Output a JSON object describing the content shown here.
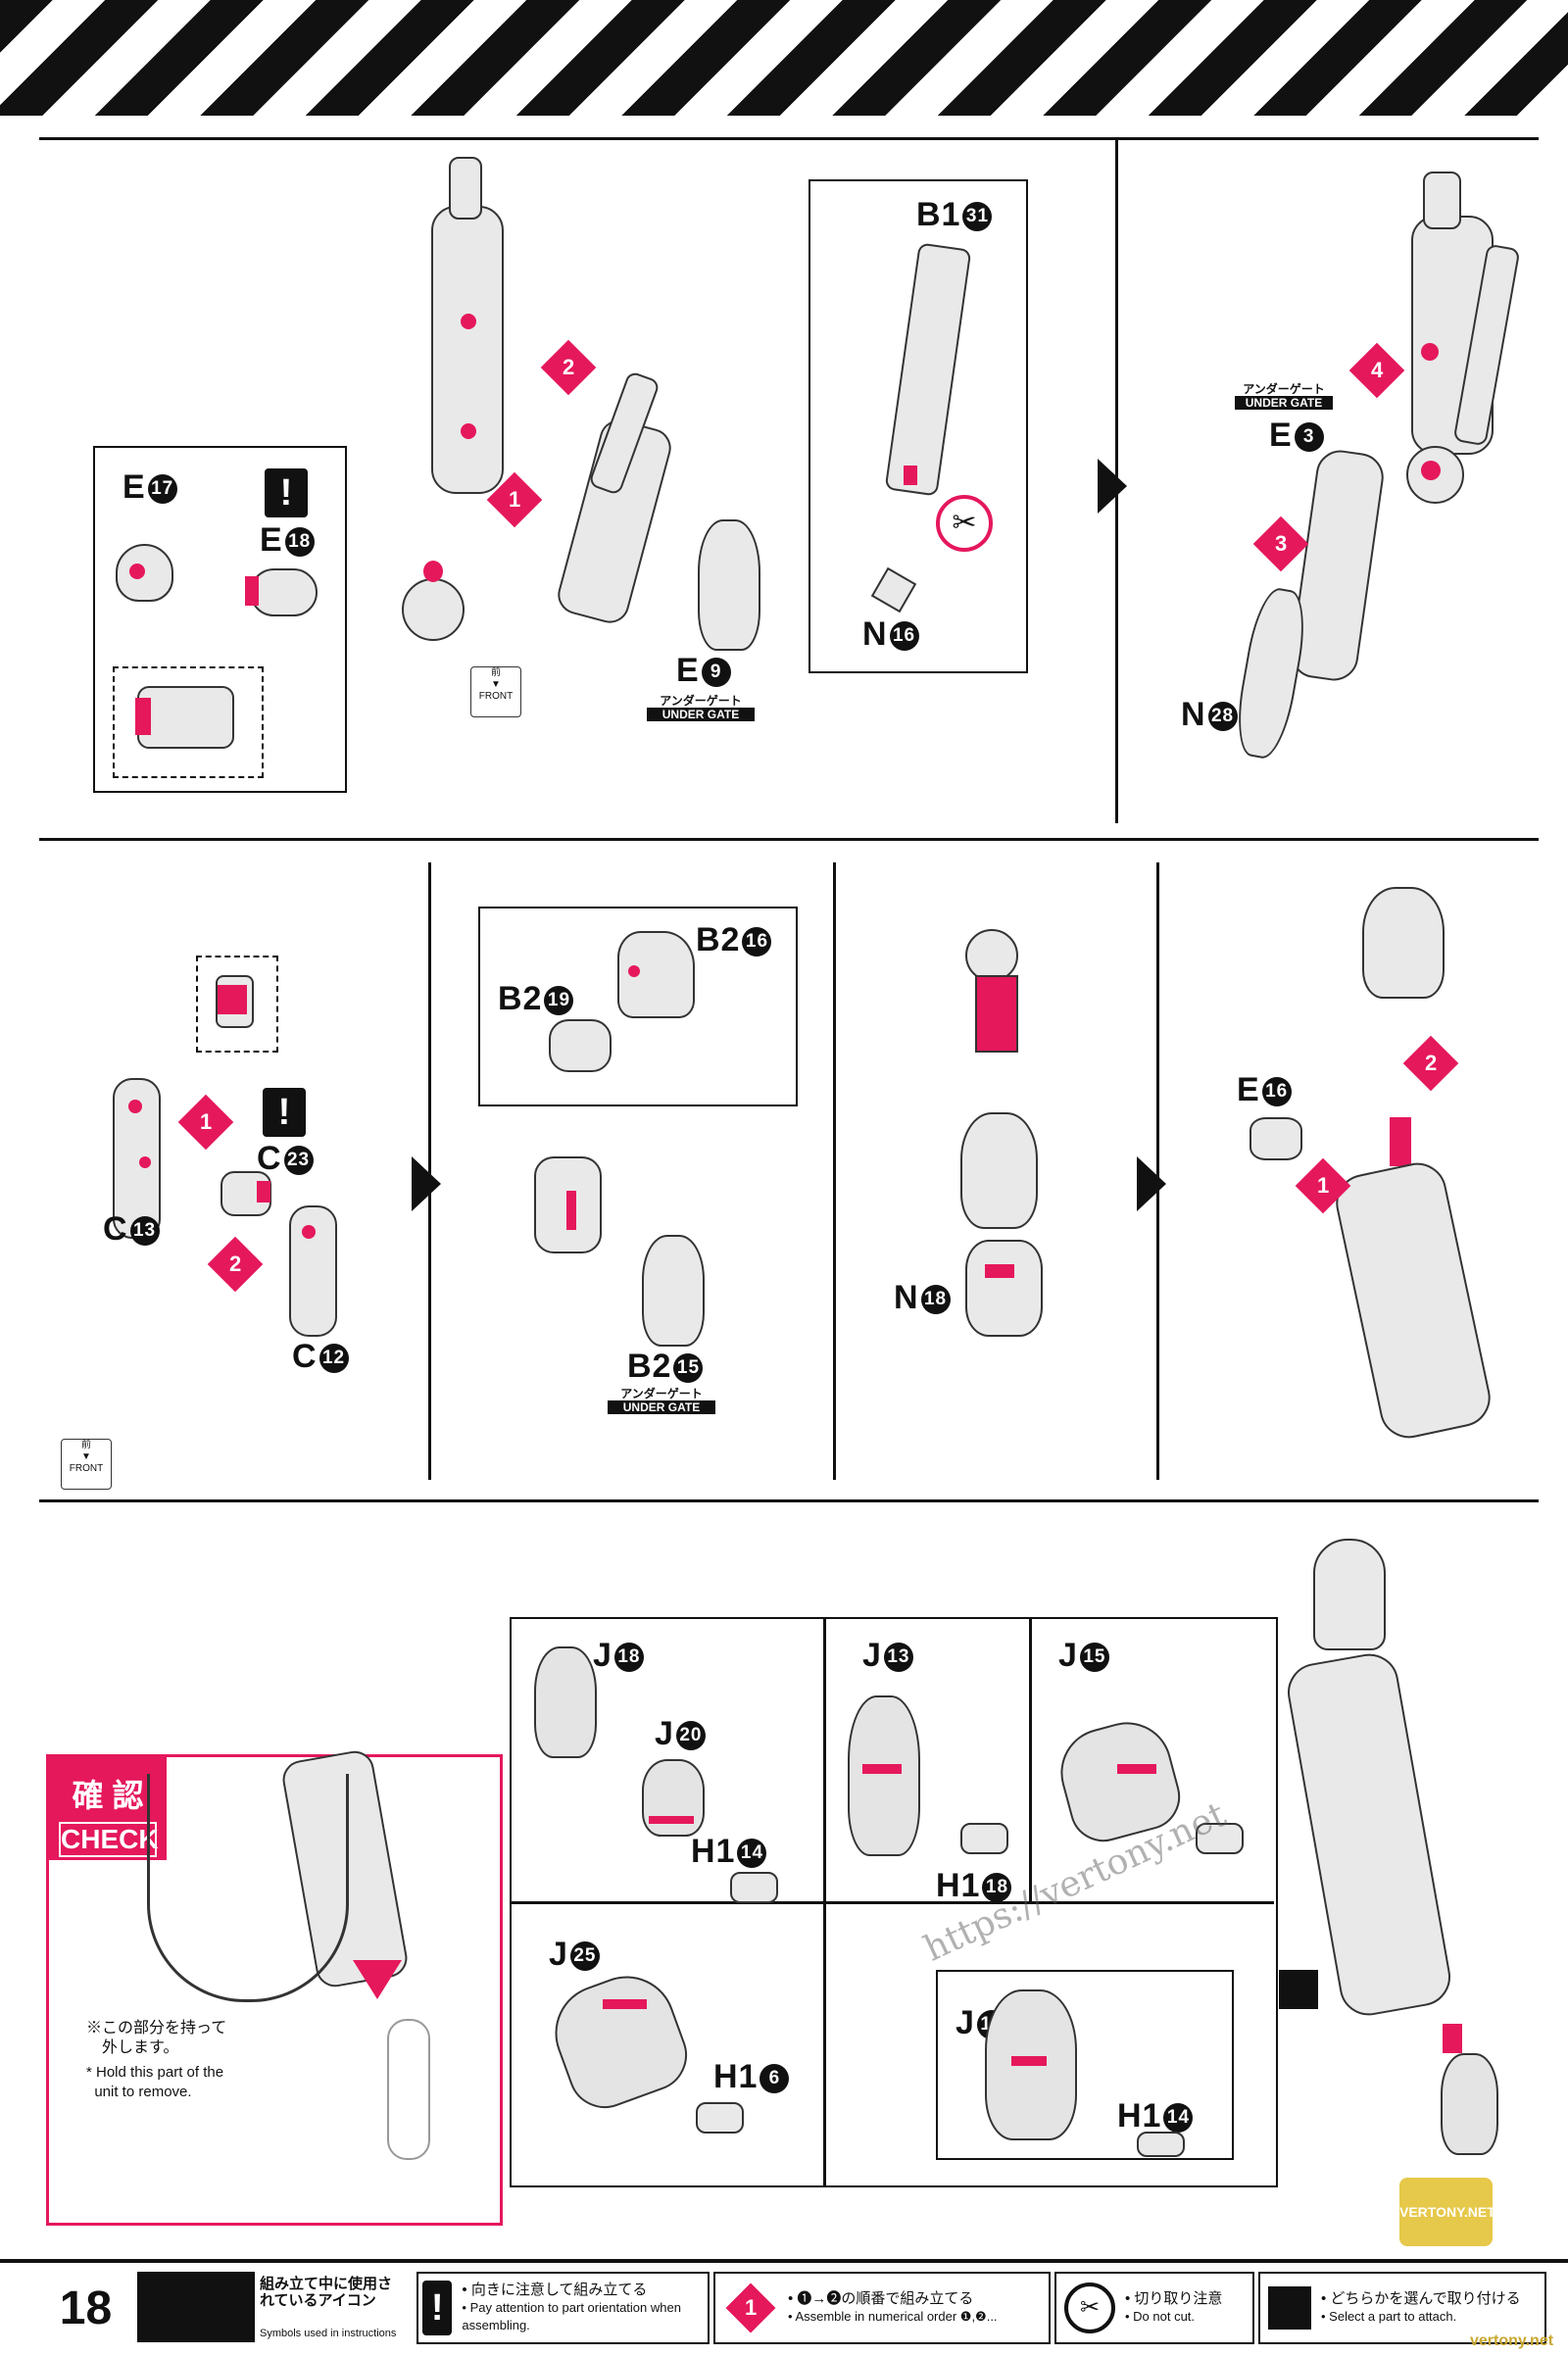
{
  "page_number": "18",
  "colors": {
    "accent": "#e5185c",
    "ink": "#111111"
  },
  "section1": {
    "labels": {
      "e17": "E",
      "e17n": "17",
      "e18": "E",
      "e18n": "18",
      "e9": "E",
      "e9n": "9",
      "b1": "B1",
      "b1n": "31",
      "n16": "N",
      "n16n": "16",
      "e3": "E",
      "e3n": "3",
      "n28": "N",
      "n28n": "28"
    },
    "under_gate_jp": "アンダーゲート",
    "under_gate_en": "UNDER GATE",
    "steps": [
      "1",
      "2",
      "3",
      "4"
    ],
    "front_jp": "前",
    "front_en": "FRONT"
  },
  "section2": {
    "labels": {
      "c13": "C",
      "c13n": "13",
      "c23": "C",
      "c23n": "23",
      "c12": "C",
      "c12n": "12",
      "b219": "B2",
      "b219n": "19",
      "b216": "B2",
      "b216n": "16",
      "b215": "B2",
      "b215n": "15",
      "n18": "N",
      "n18n": "18",
      "e16": "E",
      "e16n": "16"
    },
    "steps": [
      "1",
      "2",
      "1",
      "2"
    ]
  },
  "section3": {
    "check_jp": "確 認",
    "check_en": "CHECK",
    "note_jp": "※この部分を持って\n　外します。",
    "note_en": "* Hold this part of the\n  unit to remove.",
    "labels": {
      "j18": "J",
      "j18n": "18",
      "j20": "J",
      "j20n": "20",
      "h114": "H1",
      "h114n": "14",
      "j13": "J",
      "j13n": "13",
      "h118": "H1",
      "h118n": "18",
      "j15": "J",
      "j15n": "15",
      "j25": "J",
      "j25n": "25",
      "h16": "H1",
      "h16n": "6",
      "j17": "J",
      "j17n": "17",
      "h17": "H1",
      "h17n": "14"
    },
    "watermark": "https://vertony.net",
    "badge": "VERTONY.NET"
  },
  "footer": {
    "icons_jp": "組み立て中に使用されているアイコン",
    "icons_en": "Symbols used in instructions",
    "orient_jp": "• 向きに注意して組み立てる",
    "orient_en": "• Pay attention to part orientation when assembling.",
    "order_jp": "• ❶→❷の順番で組み立てる",
    "order_en": "• Assemble in numerical order ❶,❷...",
    "nocut_jp": "• 切り取り注意",
    "nocut_en": "• Do not cut.",
    "select_jp": "• どちらかを選んで取り付ける",
    "select_en": "• Select a part to attach.",
    "credit": "vertony.net"
  }
}
